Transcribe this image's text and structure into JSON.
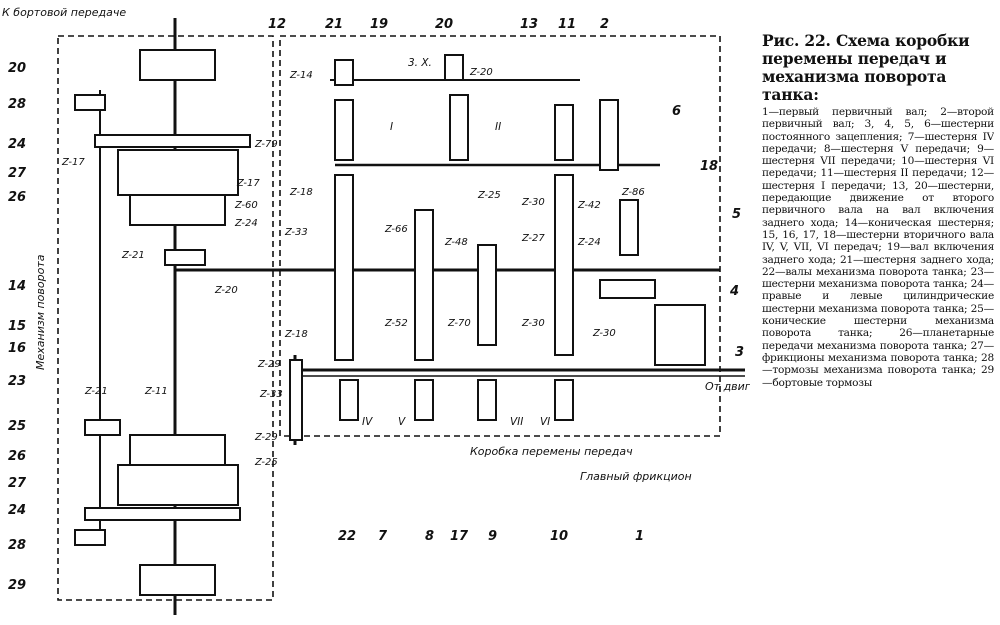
{
  "caption": {
    "title": "Рис. 22. Схема коробки перемены передач и механизма поворота танка:",
    "body": "1—первый первичный вал; 2—второй первичный вал; 3, 4, 5, 6—шестерни постоянного зацепления; 7—шестерня IV передачи; 8—шестерня V передачи; 9—шестерня VII передачи; 10—шестерня VI передачи; 11—шестерня II передачи; 12—шестерня I передачи; 13, 20—шестерни, передающие движение от второго первичного вала на вал включения заднего хода; 14—коническая шестерня; 15, 16, 17, 18—шестерни вторичного вала IV, V, VII, VI передач; 19—вал включения заднего хода; 21—шестерня заднего хода; 22—валы механизма поворота танка; 23—шестерни механизма поворота танка; 24—правые и левые цилиндрические шестерни механизма поворота танка; 25—конические шестерни механизма поворота танка; 26—планетарные передачи механизма поворота танка; 27—фрикционы механизма поворота танка; 28—тормозы механизма поворота танка; 29—бортовые тормозы"
  },
  "diagram": {
    "top_label": "К бортовой передаче",
    "side_label": "Механизм поворота",
    "gearbox_label": "Коробка перемены передач",
    "clutch_label": "Главный фрикцион",
    "engine_label": "От двигателя",
    "left_numbers": [
      "20",
      "28",
      "24",
      "27",
      "26",
      "14",
      "15",
      "16",
      "23",
      "25",
      "26",
      "27",
      "24",
      "28",
      "29"
    ],
    "top_numbers": [
      "12",
      "21",
      "19",
      "20",
      "13",
      "11",
      "2",
      "6",
      "18",
      "5",
      "4",
      "3"
    ],
    "bottom_numbers": [
      "22",
      "7",
      "8",
      "17",
      "9",
      "10",
      "1"
    ],
    "gear_z": {
      "z14": "Z-14",
      "z20a": "Z-20",
      "z79": "Z-79",
      "z17a": "Z-17",
      "z17b": "Z-17",
      "z60": "Z-60",
      "z24a": "Z-24",
      "z21a": "Z-21",
      "z20b": "Z-20",
      "z18a": "Z-18",
      "z33a": "Z-33",
      "z18b": "Z-18",
      "z29a": "Z-29",
      "z33b": "Z-33",
      "z29b": "Z-29",
      "z25a": "Z-25",
      "z21b": "Z-21",
      "z11": "Z-11",
      "z66": "Z-66",
      "z48": "Z-48",
      "z52": "Z-52",
      "z70": "Z-70",
      "z25b": "Z-25",
      "z30a": "Z-30",
      "z42": "Z-42",
      "z27": "Z-27",
      "z30b": "Z-30",
      "z86": "Z-86",
      "z24b": "Z-24",
      "z30c": "Z-30"
    },
    "rev_label": "3. X.",
    "gear_roman": [
      "I",
      "II",
      "IV",
      "V",
      "VII",
      "VI"
    ]
  }
}
